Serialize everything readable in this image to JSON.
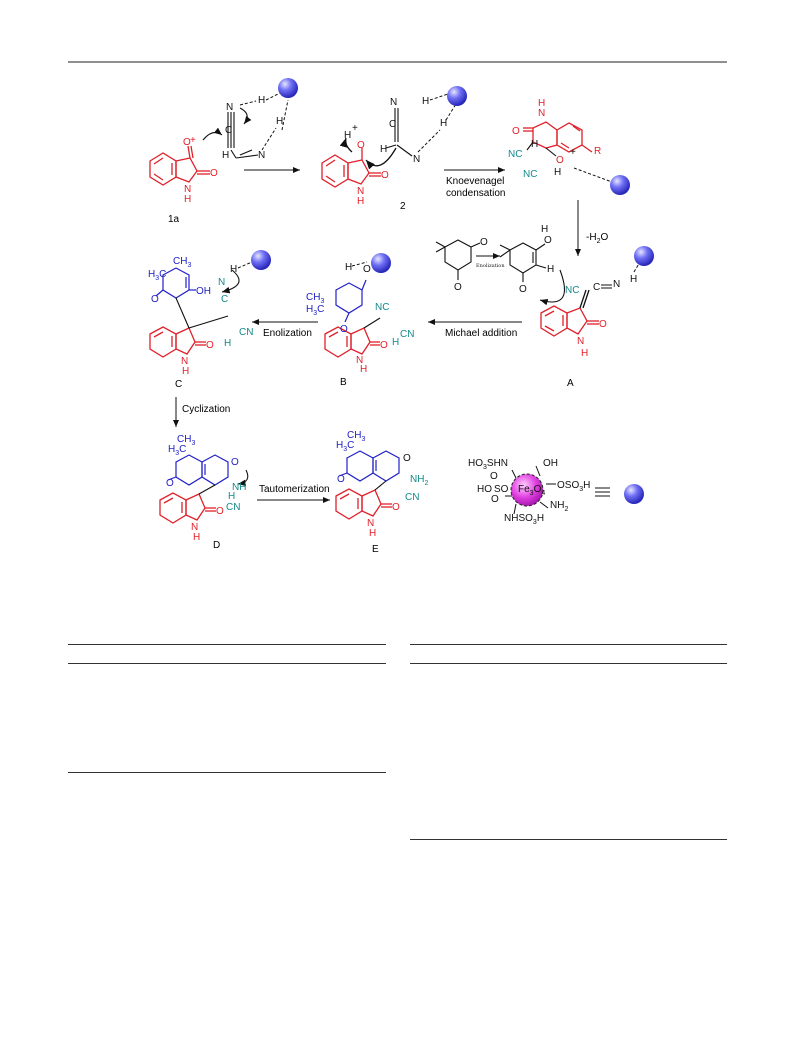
{
  "steps": {
    "knoevenagel": [
      "Knoevenagel",
      "condensation"
    ],
    "dehydration": "-H",
    "dehydration_sub": "2",
    "dehydration_tail": "O",
    "michael": "Michael addition",
    "enolization": "Enolization",
    "enolization_small": "Enolization",
    "cyclization": "Cyclization",
    "tautomerization": "Tautomerization"
  },
  "compounds": {
    "c1a": "1a",
    "c2": "2",
    "cA": "A",
    "cB": "B",
    "cC": "C",
    "cD": "D",
    "cE": "E"
  },
  "atoms": {
    "O": "O",
    "N": "N",
    "H": "H",
    "NH": "N",
    "CN": "CN",
    "NC": "NC",
    "R": "R",
    "C": "C",
    "OH": "OH",
    "NH2": "NH",
    "CH3": "CH",
    "H3C": "H",
    "sub2": "2",
    "sub3": "3",
    "eq_NH": "NH",
    "plus": "+"
  },
  "catalyst": {
    "core": "Fe",
    "core_sub": "3",
    "core_tail": "O",
    "core_sub2": "4",
    "g1": "HO",
    "g1b": "SHN",
    "g2": "OH",
    "g3": "OSO",
    "g4": "HO",
    "g5": "NH",
    "g6": "NHSO",
    "g7": "SO",
    "g7b": "O"
  },
  "colors": {
    "isatin": "#e0202a",
    "dimedone": "#2020c8",
    "nitrile": "#138a8a",
    "catalyst_ball": "#5a5af0",
    "catalyst_core": "#e040e0"
  }
}
